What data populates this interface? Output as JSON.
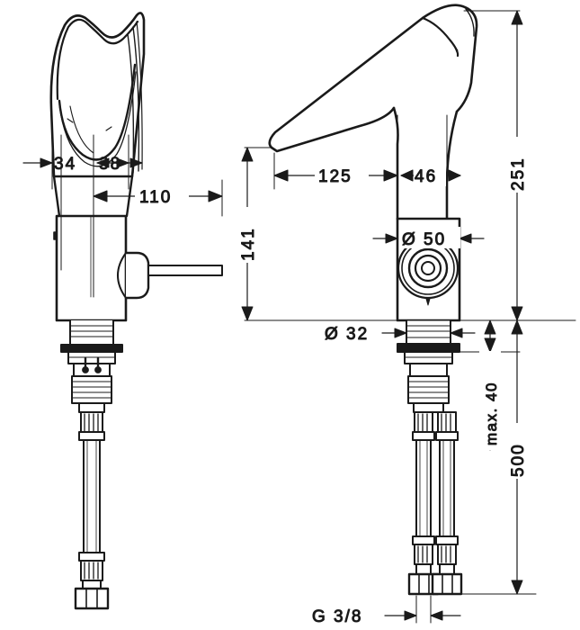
{
  "drawing": {
    "title": "Faucet technical dimension drawing",
    "units": "mm",
    "line_color": "#1a1a1a",
    "background_color": "#ffffff",
    "views": [
      {
        "name": "front-view",
        "position": "left"
      },
      {
        "name": "side-view",
        "position": "right"
      }
    ]
  },
  "dimensions": {
    "spout_width_left": "34",
    "spout_width_right": "38",
    "body_offset": "110",
    "spout_reach": "125",
    "rear_offset": "46",
    "spout_height": "141",
    "total_height": "251",
    "sensor_diameter": "Ø 50",
    "shank_diameter": "Ø 32",
    "max_thickness": "max. 40",
    "hose_length": "500",
    "thread_size": "G 3/8"
  }
}
